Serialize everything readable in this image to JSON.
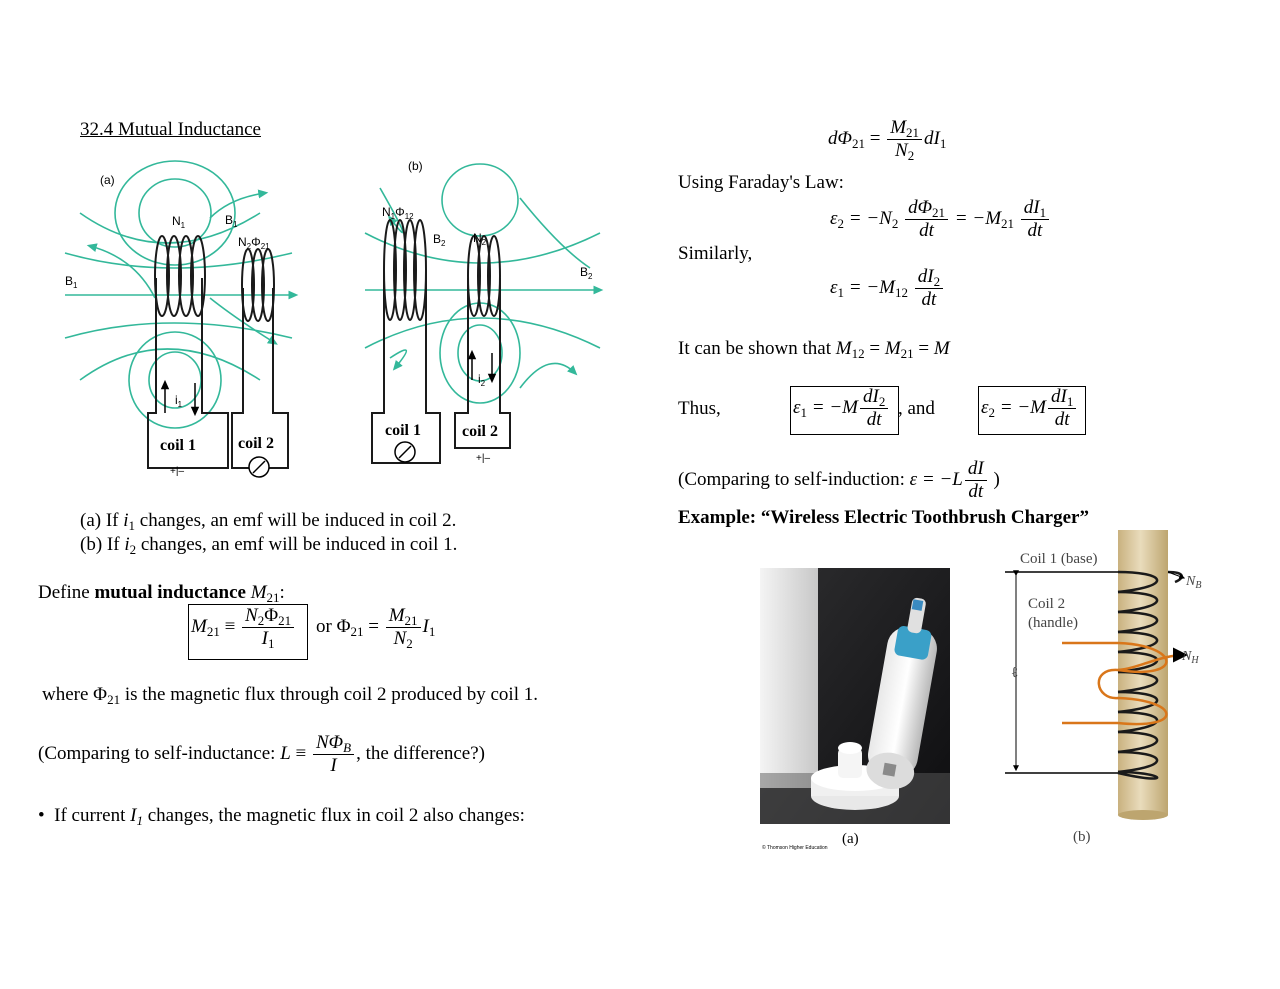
{
  "section_title": "32.4 Mutual Inductance",
  "fig1": {
    "label_a": "(a)",
    "label_b": "(b)",
    "a_N1": "N",
    "a_N1_sub": "1",
    "a_B1_top": "B",
    "a_B1_sub": "1",
    "a_N2Phi": "N",
    "a_N2Phi_sub": "2",
    "a_Phi": "Φ",
    "a_Phi_sub": "21",
    "a_B1_left": "B",
    "a_i1": "i",
    "a_i1_sub": "1",
    "a_coil1": "coil 1",
    "a_coil2": "coil 2",
    "a_battery_sign": "+|–",
    "b_N1Phi": "N",
    "b_N1Phi_sub": "1",
    "b_Phi": "Φ",
    "b_Phi_sub": "12",
    "b_B2_top": "B",
    "b_B2_sub": "2",
    "b_N2": "N",
    "b_N2_sub": "2",
    "b_B2_right": "B",
    "b_i2": "i",
    "b_i2_sub": "2",
    "b_coil1": "coil 1",
    "b_coil2": "coil 2",
    "b_battery_sign": "+|–"
  },
  "caption_a_pre": "(a)  If ",
  "caption_a_var": "i",
  "caption_a_sub": "1",
  "caption_a_post": " changes, an emf will be induced in coil 2.",
  "caption_b_pre": "(b)  If ",
  "caption_b_var": "i",
  "caption_b_sub": "2",
  "caption_b_post": " changes, an emf will be induced in coil 1.",
  "define_pre": "Define ",
  "define_bold": "mutual inductance",
  "define_var": "M",
  "define_sub": "21",
  "define_colon": ":",
  "eq_M21": {
    "lhs": "M",
    "lhs_sub": "21",
    "equiv": "≡",
    "num": "N",
    "num_sub": "2",
    "num_phi": "Φ",
    "num_phi_sub": "21",
    "den": "I",
    "den_sub": "1",
    "or": "or",
    "phi": "Φ",
    "phi_sub": "21",
    "eq": "=",
    "num2": "M",
    "num2_sub": "21",
    "den2": "N",
    "den2_sub": "2",
    "tail": "I",
    "tail_sub": "1"
  },
  "where_pre": "where ",
  "where_phi": "Φ",
  "where_sub": "21",
  "where_post": " is the magnetic flux through coil 2 produced by coil 1.",
  "compare_self_pre": "(Comparing to self-inductance: ",
  "compare_self_L": "L",
  "compare_self_equiv": "≡",
  "compare_self_num": "NΦ",
  "compare_self_num_sub": "B",
  "compare_self_den": "I",
  "compare_self_post": ", the difference?)",
  "bullet_glyph": "•",
  "bullet_pre": "If current ",
  "bullet_var": "I",
  "bullet_sub": "1",
  "bullet_post": " changes, the magnetic flux in coil 2 also changes:",
  "eq_dphi": {
    "lhs": "dΦ",
    "lhs_sub": "21",
    "eq": "=",
    "num": "M",
    "num_sub": "21",
    "den": "N",
    "den_sub": "2",
    "tail": "dI",
    "tail_sub": "1"
  },
  "faraday": "Using Faraday's Law:",
  "eq_e2": {
    "lhs": "ε",
    "lhs_sub": "2",
    "mid": "= −N",
    "mid_sub": "2",
    "num": "dΦ",
    "num_sub": "21",
    "den": "dt",
    "mid2": "= −M",
    "mid2_sub": "21",
    "num2": "dI",
    "num2_sub": "1",
    "den2": "dt"
  },
  "similarly": "Similarly,",
  "eq_e1": {
    "lhs": "ε",
    "lhs_sub": "1",
    "mid": "= −M",
    "mid_sub": "12",
    "num": "dI",
    "num_sub": "2",
    "den": "dt"
  },
  "shown_pre": "It can be shown that ",
  "shown_m12": "M",
  "shown_m12_sub": "12",
  "shown_eq1": " = ",
  "shown_m21": "M",
  "shown_m21_sub": "21",
  "shown_eq2": " = ",
  "shown_m": "M",
  "thus": "Thus,",
  "thus_and": ", and",
  "box1": {
    "lhs": "ε",
    "lhs_sub": "1",
    "mid": " = −M",
    "num": "dI",
    "num_sub": "2",
    "den": "dt"
  },
  "box2": {
    "lhs": "ε",
    "lhs_sub": "2",
    "mid": " = −M",
    "num": "dI",
    "num_sub": "1",
    "den": "dt"
  },
  "self_ind_pre": "(Comparing to self-induction:  ",
  "self_ind_eps": "ε",
  "self_ind_mid": " = −L",
  "self_ind_num": "dI",
  "self_ind_den": "dt",
  "self_ind_post": " )",
  "example": "Example: “Wireless Electric Toothbrush Charger”",
  "fig2": {
    "coil1_base": "Coil 1 (base)",
    "NB": "N",
    "NB_sub": "B",
    "coil2": "Coil 2",
    "handle": "(handle)",
    "NH": "N",
    "NH_sub": "H",
    "ell": "ℓ",
    "label_a": "(a)",
    "label_b": "(b)",
    "credit": "© Thomson Higher Education"
  },
  "colors": {
    "field_line": "#33b89a",
    "coil_wire": "#1a1a1a",
    "orange_wire": "#d9761a",
    "rod": "#dcc9a0"
  }
}
